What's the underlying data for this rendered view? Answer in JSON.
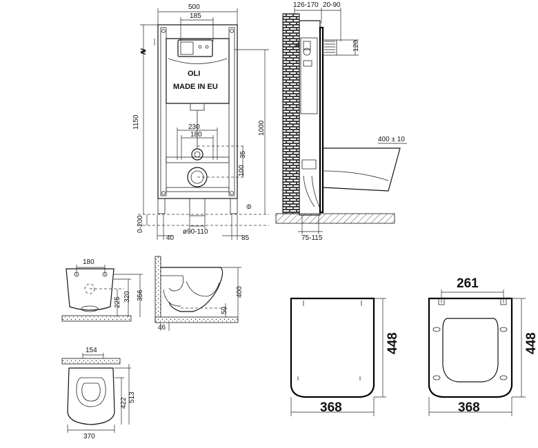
{
  "frame_front": {
    "width_total": "500",
    "width_button": "185",
    "height_total": "1150",
    "height_1000": "1000",
    "bolts_230": "230",
    "bolts_180": "180",
    "dim_35": "35",
    "dim_100": "100",
    "floor_0_200": "0-200",
    "foot_40": "40",
    "foot_85": "85",
    "pipe_dia": "ø90-110",
    "brand": "OLI",
    "made_in": "MADE IN EU"
  },
  "frame_side": {
    "depth_126_170": "126-170",
    "depth_20_90": "20-90",
    "dim_120": "120",
    "dim_400_10": "400 ± 10",
    "dim_75_115": "75-115"
  },
  "bowl_top": {
    "dim_180": "180",
    "dim_225": "225",
    "dim_320": "320",
    "dim_356": "356"
  },
  "bowl_side": {
    "dim_400": "400",
    "dim_50": "50",
    "dim_46": "46"
  },
  "bowl_plan": {
    "dim_154": "154",
    "dim_422": "422",
    "dim_513": "513",
    "dim_370": "370"
  },
  "seat_closed": {
    "width": "368",
    "height": "448"
  },
  "seat_open": {
    "hinge": "261",
    "width": "368",
    "height": "448"
  }
}
